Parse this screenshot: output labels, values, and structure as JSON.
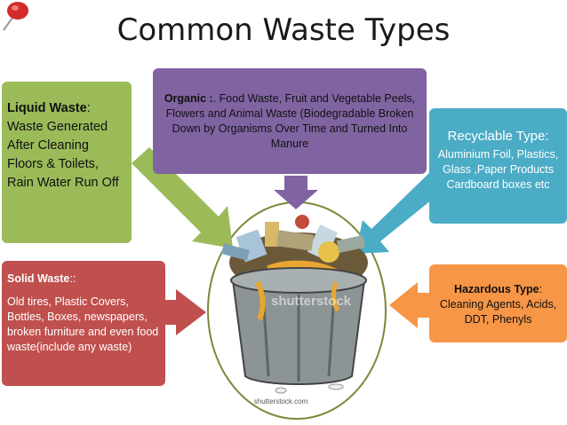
{
  "title": "Common Waste Types",
  "liquid": {
    "heading": "Liquid Waste",
    "body": ": Waste Generated After Cleaning Floors & Toilets, Rain Water Run Off"
  },
  "organic": {
    "heading": "Organic :",
    "body": ". Food Waste, Fruit and Vegetable Peels, Flowers and Animal Waste (Biodegradable Broken Down by Organisms Over Time and Turned Into Manure"
  },
  "recyclable": {
    "heading": "Recyclable Type:",
    "body": "Aluminium Foil, Plastics, Glass ,Paper Products Cardboard boxes etc"
  },
  "solid": {
    "heading": "Solid Waste",
    "heading_suffix": "::",
    "body": "Old tires, Plastic Covers, Bottles, Boxes, newspapers, broken furniture and even food waste(include any waste)"
  },
  "hazardous": {
    "heading": "Hazardous Type",
    "heading_suffix": ":",
    "body": "Cleaning Agents, Acids, DDT, Phenyls"
  },
  "watermark": "shutterstock",
  "watermark_footer": "shutterstock.com",
  "colors": {
    "liquid": "#9bbb59",
    "organic": "#8064a2",
    "recyclable": "#4bacc6",
    "solid": "#c0504d",
    "hazardous": "#f79646"
  }
}
